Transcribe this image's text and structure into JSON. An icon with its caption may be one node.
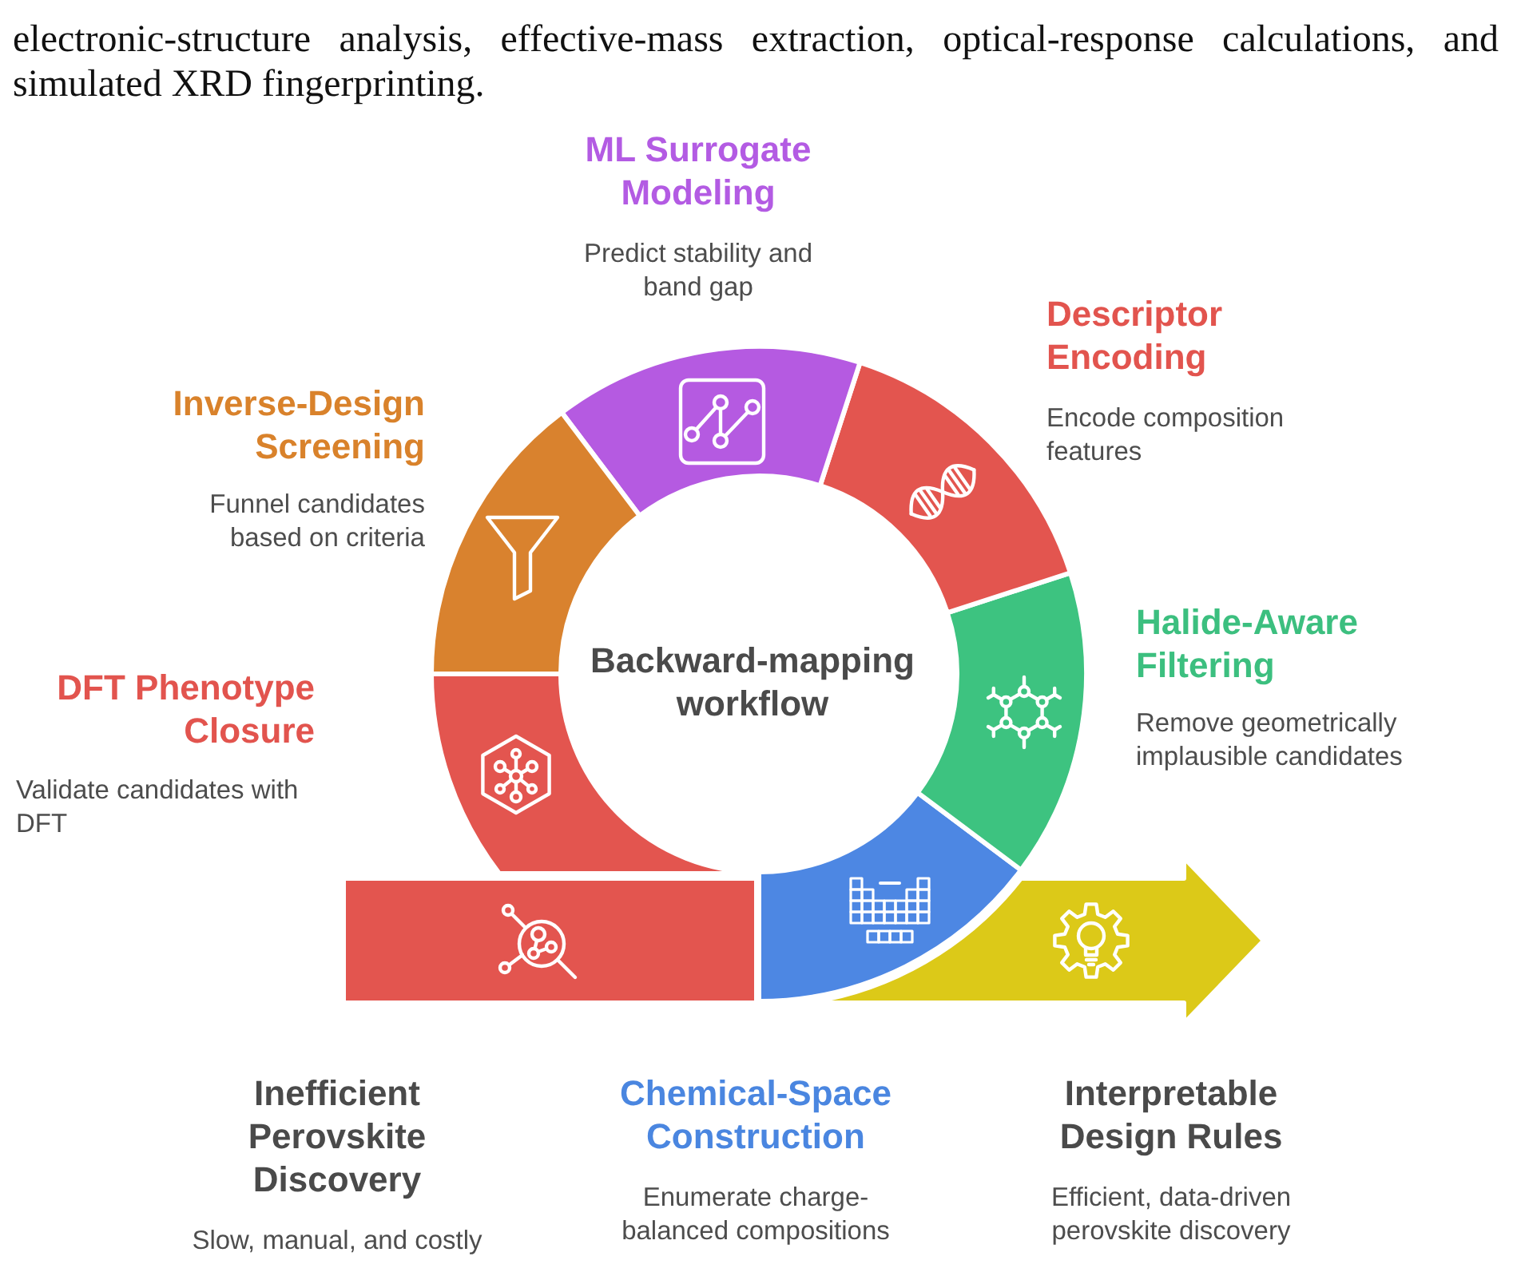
{
  "diagram": {
    "title": "Backward-mapping workflow",
    "nodes": [
      {
        "text": [
          "Inefficient Perovskite Discovery",
          "Slow, manual, and costly"
        ]
      },
      {
        "text": [
          "Chemical-Space Construction",
          "Enumerate charge-balanced compositions"
        ]
      },
      {
        "text": [
          "Halide-Aware Filtering",
          "Remove geometrically implausible candidates"
        ]
      },
      {
        "text": [
          "Descriptor Encoding",
          "Encode composition features"
        ]
      },
      {
        "text": [
          "ML Surrogate Modeling",
          "Predict stability and band gap"
        ]
      },
      {
        "text": [
          "Inverse-Design Screening",
          "Funnel candidates based on criteria"
        ]
      },
      {
        "text": [
          "DFT Phenotype Closure"
        ]
      },
      {
        "text": [
          "Interpretable Design Rules",
          "Efficient, data-driven perovskite discovery"
        ]
      }
    ],
    "labels": [
      "electronic-structure analysis, effective-mass extraction, optical-response calculations, and simulated XRD fingerprinting.",
      "Validate candidates with DFT"
    ]
  }
}
